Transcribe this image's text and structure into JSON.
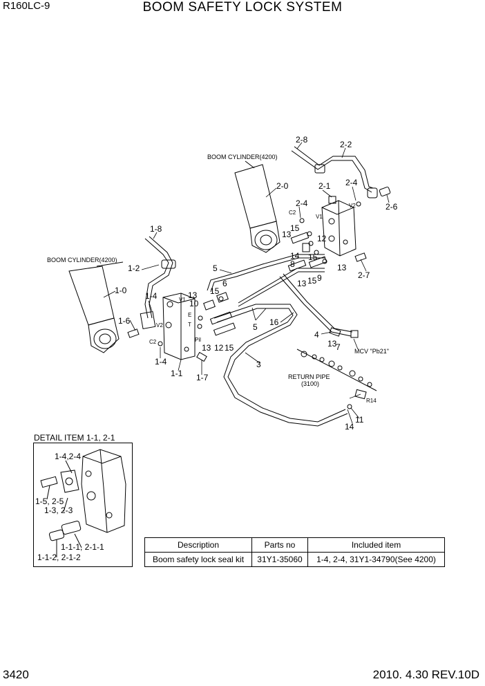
{
  "header": {
    "model": "R160LC-9",
    "title": "BOOM SAFETY LOCK SYSTEM"
  },
  "footer": {
    "page": "3420",
    "revision": "2010. 4.30  REV.10D"
  },
  "captions": {
    "boom_cylinder_left": "BOOM CYLINDER(4200)",
    "boom_cylinder_right": "BOOM CYLINDER(4200)",
    "mcv": "MCV \"Pb21\"",
    "return_pipe_line1": "RETURN PIPE",
    "return_pipe_line2": "(3100)"
  },
  "port_marks": [
    "V1",
    "V2",
    "C2",
    "E",
    "T",
    "Pil",
    "V1",
    "V2",
    "C2",
    "R14"
  ],
  "callouts": [
    "2-8",
    "2-2",
    "2-0",
    "2-1",
    "2-4",
    "2-6",
    "2-4",
    "1-8",
    "1-2",
    "1-0",
    "1-4",
    "1-6",
    "1-4",
    "1-1",
    "1-7",
    "13",
    "15",
    "12",
    "14",
    "8",
    "15",
    "13",
    "13",
    "15",
    "9",
    "2-7",
    "5",
    "13",
    "10",
    "15",
    "6",
    "13",
    "12",
    "15",
    "5",
    "16",
    "4",
    "13",
    "7",
    "3",
    "14",
    "11"
  ],
  "detail": {
    "title": "DETAIL ITEM 1-1, 2-1",
    "labels": [
      "1-4,2-4",
      "1-5, 2-5",
      "1-3, 2-3",
      "1-1-1, 2-1-1",
      "1-1-2, 2-1-2"
    ]
  },
  "kit_table": {
    "headers": [
      "Description",
      "Parts no",
      "Included item"
    ],
    "rows": [
      [
        "Boom safety lock seal kit",
        "31Y1-35060",
        "1-4, 2-4, 31Y1-34790(See 4200)"
      ]
    ]
  }
}
